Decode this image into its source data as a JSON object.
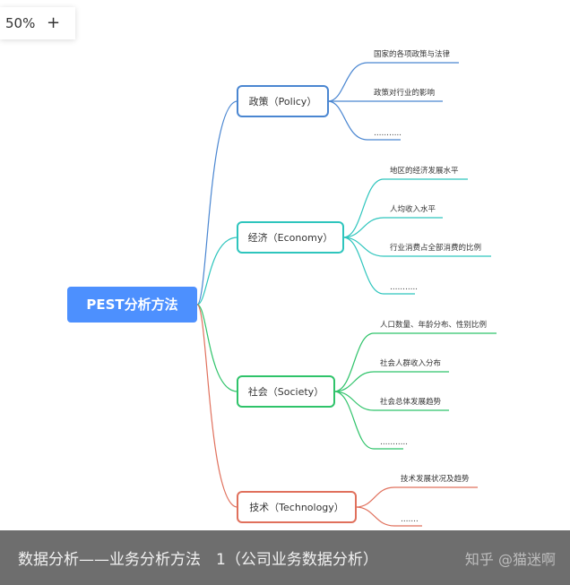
{
  "zoom": {
    "level": "50%",
    "zoom_in_label": "+"
  },
  "mindmap": {
    "root": {
      "label": "PEST分析方法",
      "color": "#4d90fe"
    },
    "branches": [
      {
        "label": "政策（Policy）",
        "color": "#4a86d1",
        "leaves": [
          "国家的各项政策与法律",
          "政策对行业的影响",
          "……….."
        ]
      },
      {
        "label": "经济（Economy）",
        "color": "#2ec5bd",
        "leaves": [
          "地区的经济发展水平",
          "人均收入水平",
          "行业消费占全部消费的比例",
          "……….."
        ]
      },
      {
        "label": "社会（Society）",
        "color": "#2fc36a",
        "leaves": [
          "人口数量、年龄分布、性别比例",
          "社会人群收入分布",
          "社会总体发展趋势",
          "……….."
        ]
      },
      {
        "label": "技术（Technology）",
        "color": "#e0705c",
        "leaves": [
          "技术发展状况及趋势",
          "……."
        ]
      }
    ]
  },
  "footer": {
    "title": "数据分析——业务分析方法　1（公司业务数据分析）",
    "credit": "知乎 @猫迷啊"
  }
}
